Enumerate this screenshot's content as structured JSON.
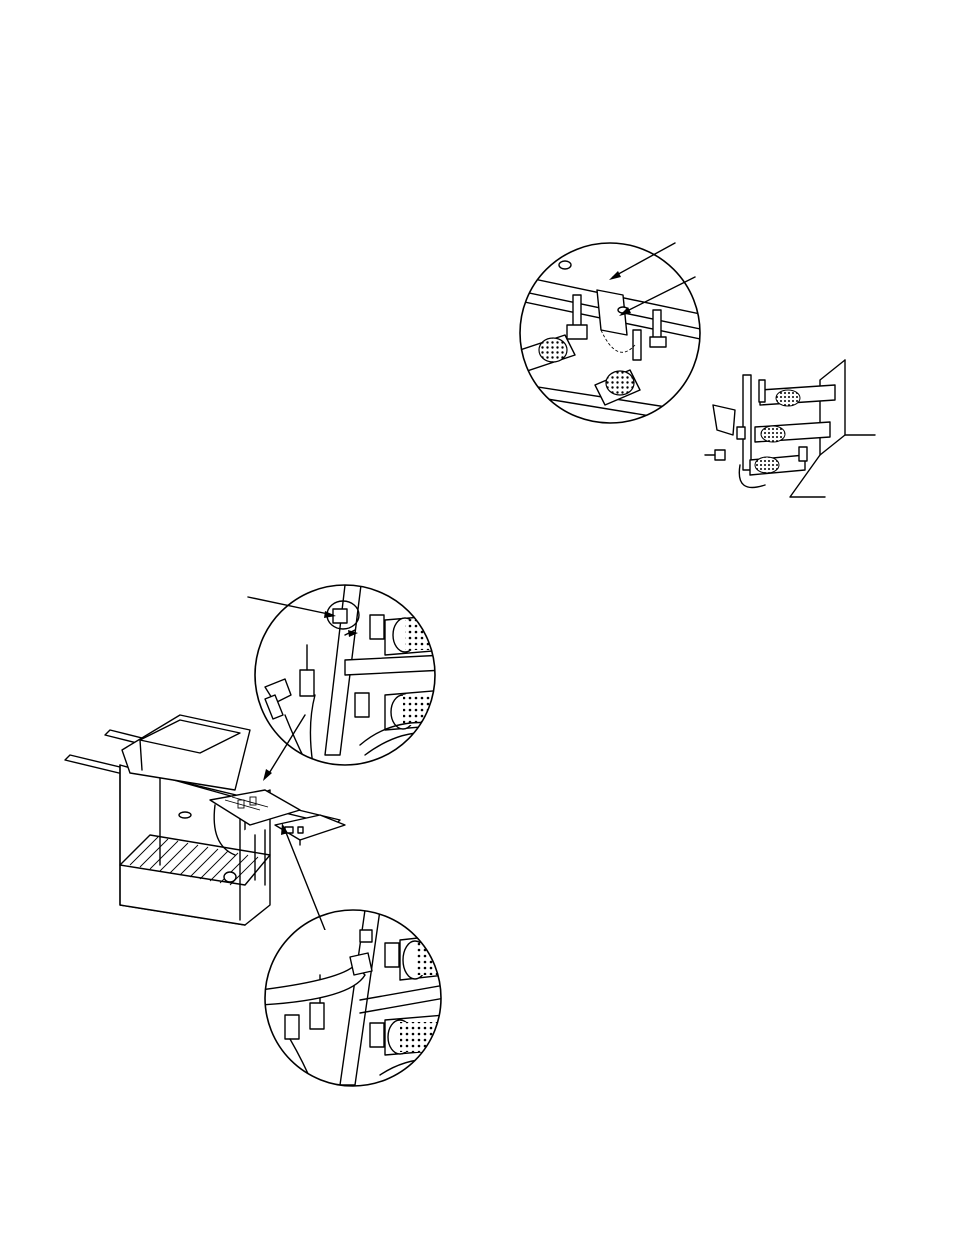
{
  "page": {
    "background": "#ffffff",
    "line_color": "#000000"
  },
  "figures": [
    {
      "id": "burner-valve-closeup",
      "icon": "burner-valve-detail-illustration"
    },
    {
      "id": "burner-assembly",
      "icon": "burner-assembly-illustration"
    },
    {
      "id": "valve-nut-closeup",
      "icon": "valve-nut-detail-illustration"
    },
    {
      "id": "grill-cart-overview",
      "icon": "grill-cart-illustration"
    },
    {
      "id": "hose-connection-closeup",
      "icon": "hose-connection-detail-illustration"
    }
  ]
}
